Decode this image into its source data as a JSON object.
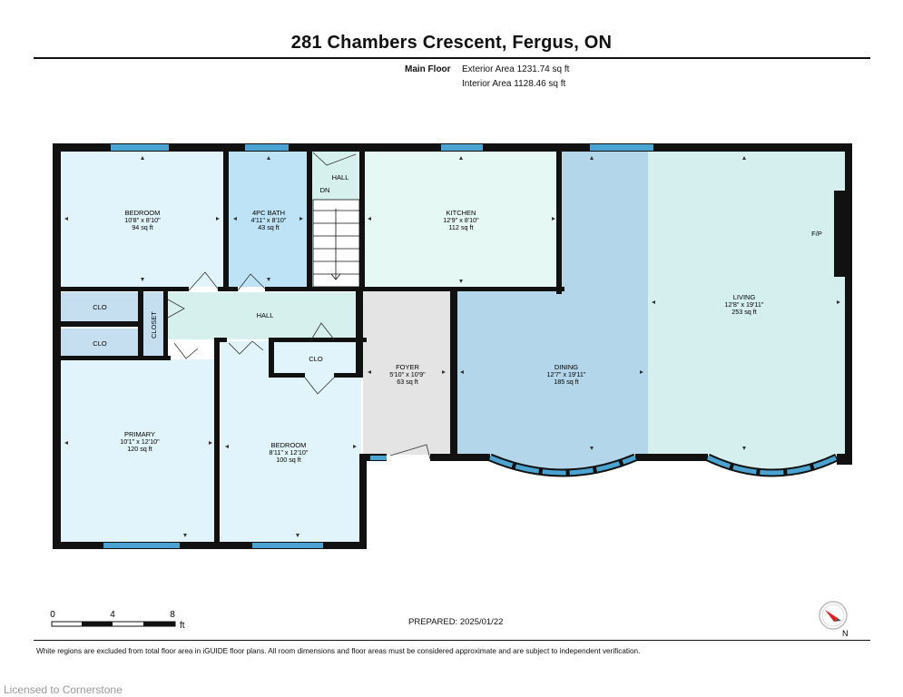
{
  "title": "281 Chambers Crescent, Fergus, ON",
  "floor": {
    "name": "Main Floor",
    "exterior_area": "Exterior Area 1231.74 sq ft",
    "interior_area": "Interior Area 1128.46 sq ft"
  },
  "rooms": {
    "bedroom_top": {
      "name": "BEDROOM",
      "dims": "10'8\" x 8'10\"",
      "area": "94 sq ft"
    },
    "bath": {
      "name": "4PC BATH",
      "dims": "4'11\" x 8'10\"",
      "area": "43 sq ft"
    },
    "hall_top": {
      "name": "HALL"
    },
    "dn": "DN",
    "kitchen": {
      "name": "KITCHEN",
      "dims": "12'9\" x 8'10\"",
      "area": "112 sq ft"
    },
    "living": {
      "name": "LIVING",
      "dims": "12'8\" x 19'11\"",
      "area": "253 sq ft"
    },
    "fp": "F/P",
    "clo1": "CLO",
    "clo2": "CLO",
    "closet": "CLOSET",
    "hall_mid": {
      "name": "HALL"
    },
    "clo3": "CLO",
    "foyer": {
      "name": "FOYER",
      "dims": "5'10\" x 10'9\"",
      "area": "63 sq ft"
    },
    "dining": {
      "name": "DINING",
      "dims": "12'7\" x 19'11\"",
      "area": "185 sq ft"
    },
    "primary": {
      "name": "PRIMARY",
      "dims": "10'1\" x 12'10\"",
      "area": "120 sq ft"
    },
    "bedroom_bottom": {
      "name": "BEDROOM",
      "dims": "8'11\" x 12'10\"",
      "area": "100 sq ft"
    }
  },
  "scale": {
    "labels": [
      "0",
      "4",
      "8"
    ],
    "unit": "ft"
  },
  "compass": {
    "label": "N"
  },
  "prepared": "PREPARED: 2025/01/22",
  "disclaimer": "White regions are excluded from total floor area in iGUIDE floor plans. All room dimensions and floor areas must be considered approximate and are subject to independent verification.",
  "watermark": "Licensed to Cornerstone",
  "colors": {
    "wall": "#111111",
    "window": "#4aa3d0",
    "bedroom": "#e2f4fb",
    "bath": "#bee3f6",
    "closet": "#c5dff0",
    "hall": "#d6f0ee",
    "kitchen": "#e6f8f3",
    "foyer": "#e4e4e4",
    "dining": "#b3d6ea",
    "living": "#d5efee"
  }
}
